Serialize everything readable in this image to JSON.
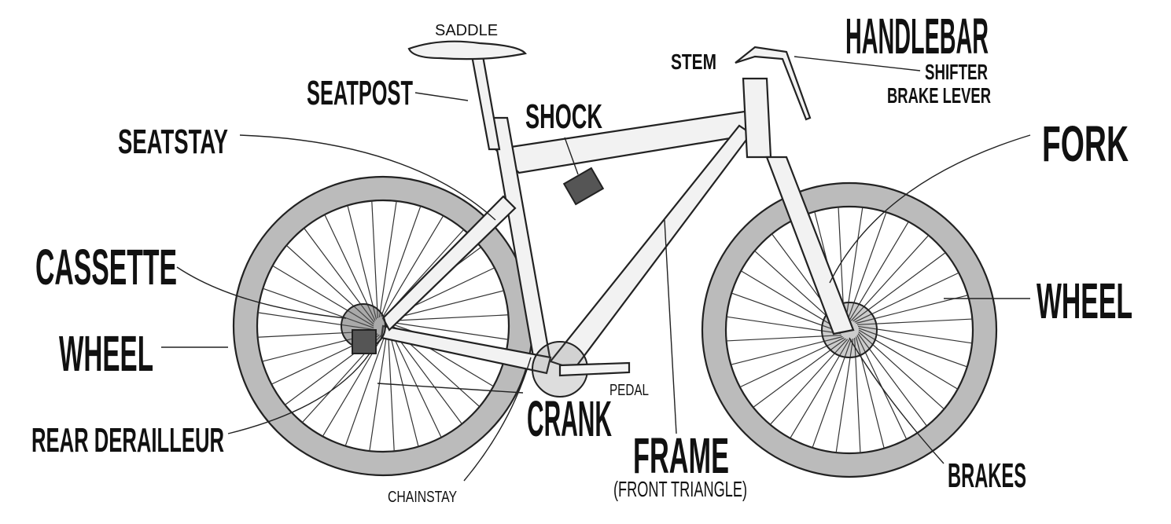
{
  "title": "Mountain bike parts diagram",
  "labels": {
    "saddle": "SADDLE",
    "seatpost": "SEATPOST",
    "seatstay": "SEATSTAY",
    "shock": "SHOCK",
    "stem": "STEM",
    "handlebar": "HANDLEBAR",
    "shifter": "SHIFTER",
    "brake_lever": "BRAKE LEVER",
    "fork": "FORK",
    "cassette": "CASSETTE",
    "wheel_rear": "WHEEL",
    "wheel_front": "WHEEL",
    "rear_derailleur": "REAR DERAILLEUR",
    "crank": "CRANK",
    "pedal": "PEDAL",
    "frame": "FRAME",
    "frame_sub": "(FRONT TRIANGLE)",
    "brakes": "BRAKES",
    "chainstay": "CHAINSTAY"
  }
}
